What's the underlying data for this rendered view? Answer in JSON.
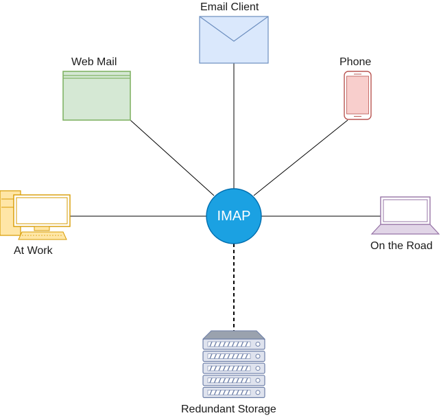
{
  "hub": {
    "label": "IMAP",
    "fill": "#1ba1e2",
    "stroke": "#006eaf"
  },
  "nodes": {
    "email_client": {
      "label": "Email Client",
      "fill": "#dae8fc",
      "stroke": "#6c8ebf"
    },
    "web_mail": {
      "label": "Web Mail",
      "fill": "#d5e8d4",
      "stroke": "#82b366"
    },
    "phone": {
      "label": "Phone",
      "fill": "#f8cecc",
      "stroke": "#b85450"
    },
    "at_work": {
      "label": "At Work",
      "fill": "#ffffff",
      "stroke": "#d79b00",
      "accent": "#ffe6a6"
    },
    "on_the_road": {
      "label": "On the Road",
      "fill": "#ffffff",
      "stroke": "#9673a6",
      "accent": "#e1d5e7"
    },
    "redundant_storage": {
      "label": "Redundant Storage",
      "fill": "#dfe3ee",
      "stroke": "#6d7fa8",
      "accent": "#9aa2ae"
    }
  },
  "connections": [
    {
      "from": "hub",
      "to": "email_client",
      "style": "solid"
    },
    {
      "from": "hub",
      "to": "web_mail",
      "style": "solid"
    },
    {
      "from": "hub",
      "to": "phone",
      "style": "solid"
    },
    {
      "from": "hub",
      "to": "at_work",
      "style": "solid"
    },
    {
      "from": "hub",
      "to": "on_the_road",
      "style": "solid"
    },
    {
      "from": "hub",
      "to": "redundant_storage",
      "style": "dashed"
    }
  ]
}
